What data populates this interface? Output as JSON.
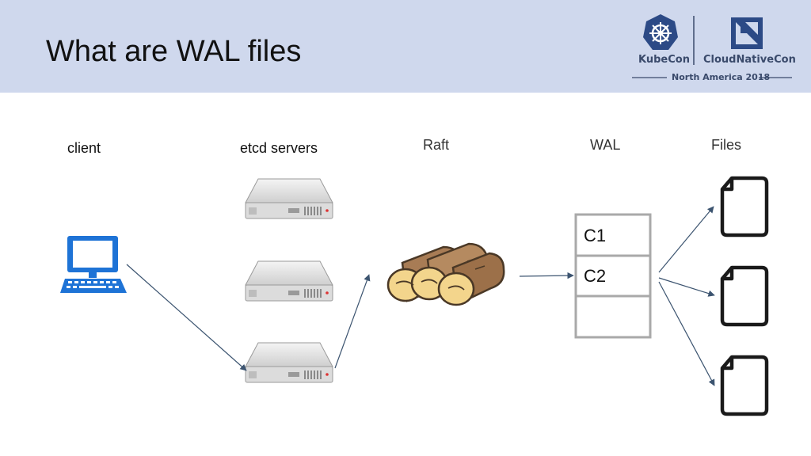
{
  "slide": {
    "title": "What are WAL files"
  },
  "branding": {
    "kubecon": "KubeCon",
    "cncf": "CloudNativeCon",
    "event": "North America 2018"
  },
  "columns": {
    "client": "client",
    "servers": "etcd servers",
    "raft": "Raft",
    "wal": "WAL",
    "files": "Files"
  },
  "wal_entries": [
    "C1",
    "C2",
    ""
  ],
  "colors": {
    "header_bg": "#cfd8ed",
    "computer": "#1e73d6",
    "arrow": "#3c5470",
    "server_body": "#e6e6e6",
    "log_wood": "#c49a6c"
  },
  "icons": {
    "client": "desktop-computer-icon",
    "server": "server-icon",
    "raft": "logs-icon",
    "file": "file-icon",
    "kubecon": "helm-wheel-icon",
    "cncf": "cncf-logo-icon"
  }
}
